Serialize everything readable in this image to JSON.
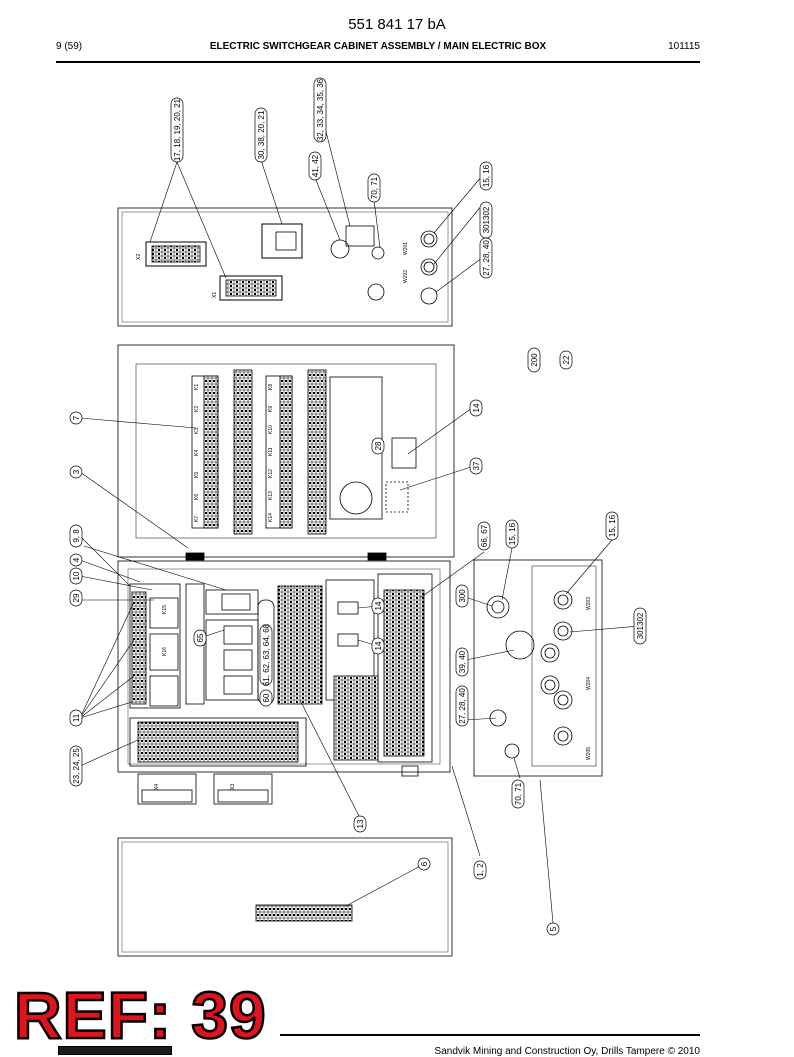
{
  "header": {
    "doc_number": "551 841 17 bA",
    "page": "9 (59)",
    "title": "ELECTRIC SWITCHGEAR CABINET ASSEMBLY / MAIN ELECTRIC BOX",
    "date": "101115"
  },
  "stamp": {
    "text": "REF: 39",
    "color": "#e0141c"
  },
  "footer": {
    "text": "Sandvik Mining and Construction Oy, Drills Tampere © 2010"
  },
  "callouts": {
    "c1": "17, 18, 19, 20, 21",
    "c2": "30, 38, 20, 21",
    "c3": "32, 33, 34, 35, 36",
    "c4": "41, 42",
    "c5": "70, 71",
    "c6": "15, 16",
    "c7": "301302",
    "c8": "27, 28, 40",
    "c9": "200",
    "c10": "22",
    "c11": "7",
    "c12": "14",
    "c13": "28",
    "c14": "3",
    "c15": "37",
    "c16": "9, 8",
    "c17": "4",
    "c18": "10",
    "c19": "29",
    "c20": "11",
    "c21": "23, 24, 25",
    "c22": "65",
    "c23": "60",
    "c24": "61, 62, 63, 64, 68",
    "c25": "14",
    "c26": "14",
    "c27": "66, 67",
    "c28": "15, 16",
    "c29": "300",
    "c30": "39, 40",
    "c31": "27, 28, 40",
    "c32": "15, 16",
    "c33": "301302",
    "c34": "70, 71",
    "c35": "13",
    "c36": "1, 2",
    "c37": "6",
    "c38": "5"
  },
  "panel_labels": {
    "x4": "X4",
    "x3": "X3",
    "x2": "X2",
    "x1": "X1",
    "k1": "K1",
    "k2": "K2",
    "k3": "K3",
    "k4": "K4",
    "k5": "K5",
    "k6": "K6",
    "k7": "K7",
    "k8": "K8",
    "k9": "K9",
    "k10": "K10",
    "k11": "K11",
    "k12": "K12",
    "k13": "K13",
    "k14": "K14",
    "k15": "K15",
    "k16": "K16",
    "w201": "W201",
    "w202": "W202",
    "w203": "W203",
    "w204": "W204",
    "w205": "W205"
  }
}
